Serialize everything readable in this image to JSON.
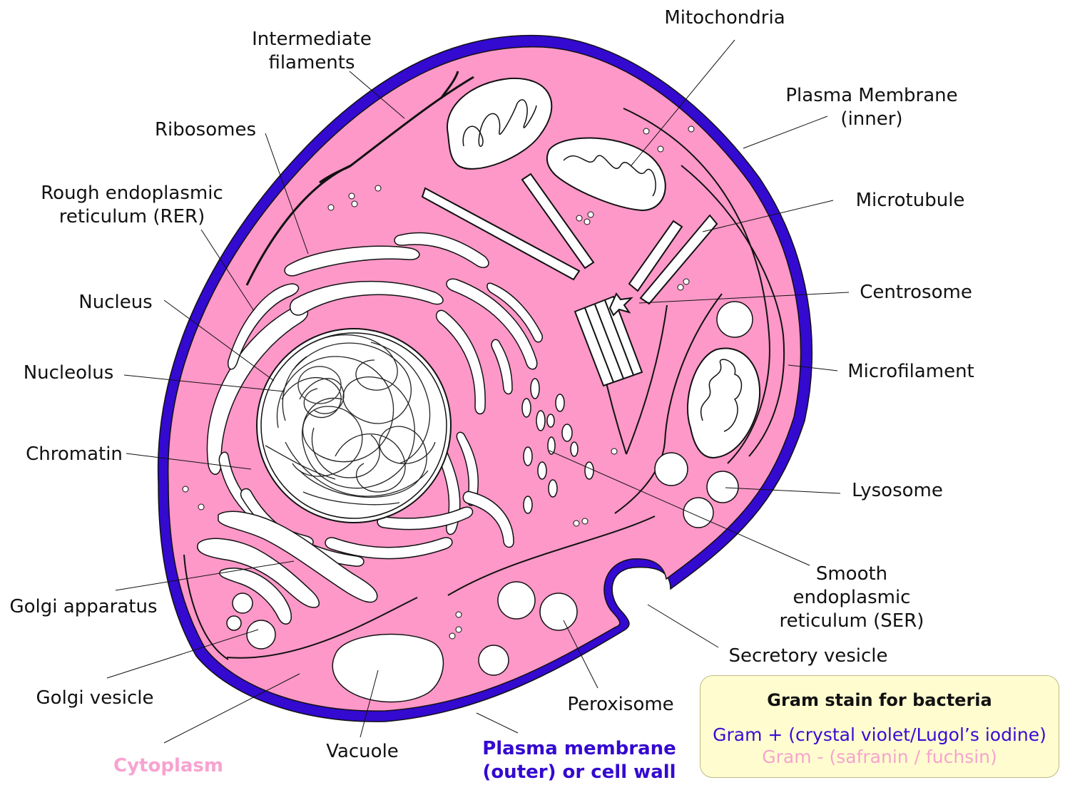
{
  "labels": {
    "intermediate_filaments": [
      "Intermediate",
      "filaments"
    ],
    "mitochondria": "Mitochondria",
    "plasma_membrane_inner": [
      "Plasma Membrane",
      "(inner)"
    ],
    "ribosomes": "Ribosomes",
    "rer": [
      "Rough endoplasmic",
      "reticulum (RER)"
    ],
    "microtubule": "Microtubule",
    "centrosome": "Centrosome",
    "nucleus": "Nucleus",
    "nucleolus": "Nucleolus",
    "microfilament": "Microfilament",
    "chromatin": "Chromatin",
    "lysosome": "Lysosome",
    "ser": [
      "Smooth",
      "endoplasmic",
      "reticulum (SER)"
    ],
    "golgi_apparatus": "Golgi apparatus",
    "secretory_vesicle": "Secretory vesicle",
    "golgi_vesicle": "Golgi vesicle",
    "peroxisome": "Peroxisome",
    "vacuole": "Vacuole",
    "cytoplasm": "Cytoplasm",
    "plasma_membrane_outer": [
      "Plasma membrane",
      "(outer) or cell wall"
    ]
  },
  "legend": {
    "title": "Gram stain for bacteria",
    "gram_positive": "Gram + (crystal violet/Lugol’s iodine)",
    "gram_negative": "Gram - (safranin / fuchsin)"
  },
  "colors": {
    "cytoplasm": "#fd98c8",
    "cell_wall": "#3409d0",
    "gram_positive": "#3a0ad6",
    "gram_negative": "#f7a3cf",
    "legend_bg": "#fffdcf"
  }
}
